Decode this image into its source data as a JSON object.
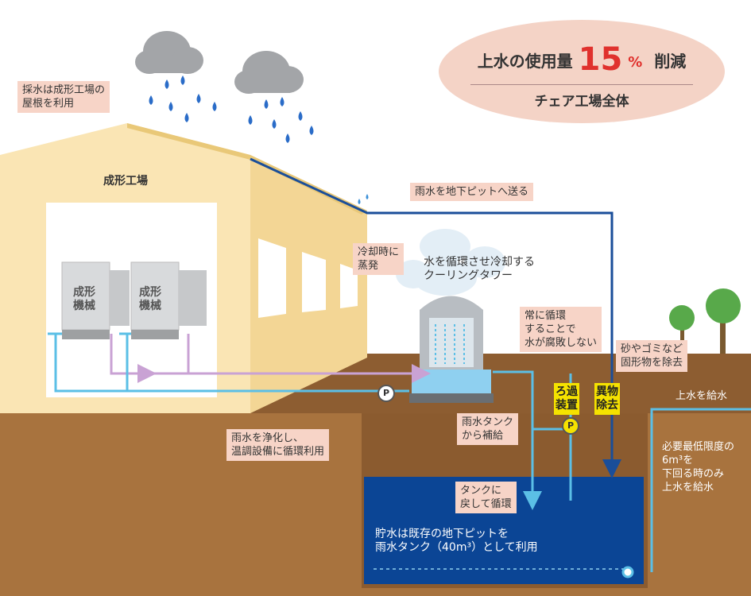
{
  "headline": {
    "prefix": "上水の使用量",
    "number": "15",
    "percent": "%",
    "suffix": "削減",
    "subtitle": "チェア工場全体"
  },
  "labels": {
    "rainwater_collect": "採水は成形工場の\n屋根を利用",
    "factory": "成形工場",
    "machine_a": "成形\n機械",
    "machine_b": "成形\n機械",
    "send_to_pit": "雨水を地下ピットへ送る",
    "evaporate": "冷却時に\n蒸発",
    "cooling_tower": "水を循環させ冷却する\nクーリングタワー",
    "always_circulate": "常に循環\nすることで\n水が腐敗しない",
    "debris_removal": "砂やゴミなど\n固形物を除去",
    "filter_device": "ろ過\n装置",
    "foreign_removal": "異物\n除去",
    "supply_tap": "上水を給水",
    "refill_from_tank": "雨水タンク\nから補給",
    "purify_reuse": "雨水を浄化し、\n温調設備に循環利用",
    "return_to_tank": "タンクに\n戻して循環",
    "min_level": "必要最低限度の\n6m³を\n下回る時のみ\n上水を給水",
    "tank_note": "貯水は既存の地下ピットを\n雨水タンク（40m³）として利用",
    "pump_1": "P",
    "pump_2": "P"
  },
  "colors": {
    "ground": "#a8733e",
    "ground_top": "#8d5d31",
    "factory_wall": "#fae5b4",
    "factory_side": "#f3d695",
    "tank": "#0b4595",
    "water_pipe": "#5bbfe6",
    "return_pipe": "#c9a2d4",
    "rain_pipe": "#1a4e9a",
    "highlight": "#e0312d",
    "yellow_tag": "#f5e200",
    "callout_bg": "#f7d4c7"
  }
}
